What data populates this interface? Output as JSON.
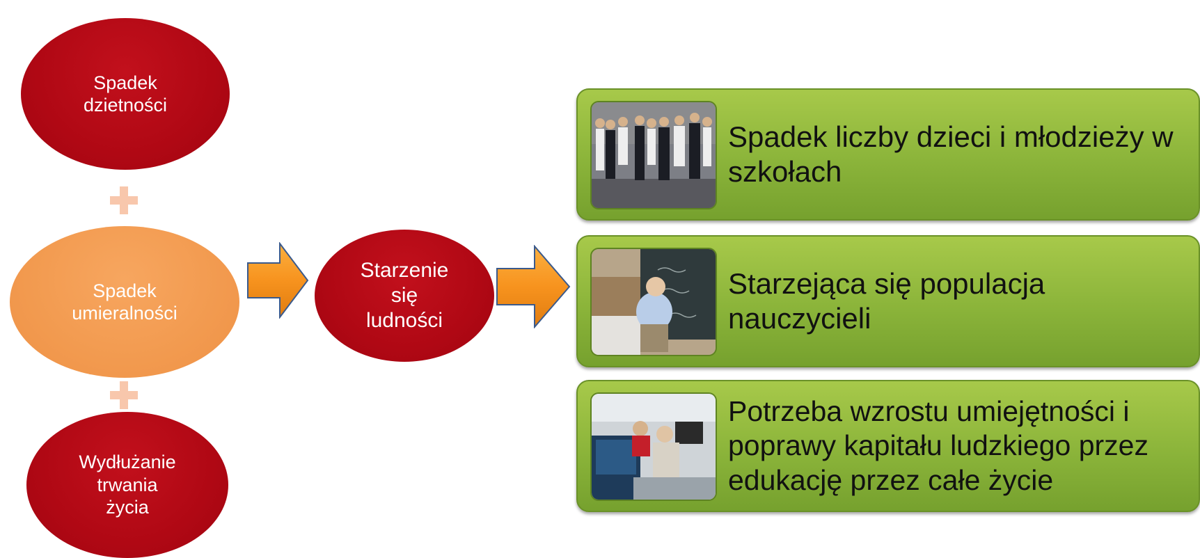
{
  "nodes": {
    "fertility_decline": "Spadek\ndzietności",
    "mortality_decline": "Spadek\numieralności",
    "life_extension": "Wydłużanie\ntrwania\nżycia",
    "population_aging": "Starzenie\nsię\nludności"
  },
  "effects": [
    {
      "text": "Spadek liczby dzieci i młodzieży w szkołach",
      "icon": "schoolchildren-photo"
    },
    {
      "text": "Starzejąca się populacja nauczycieli",
      "icon": "teacher-at-blackboard-photo"
    },
    {
      "text": "Potrzeba wzrostu umiejętności i poprawy kapitału ludzkiego przez edukację przez całe życie",
      "icon": "adult-learners-computers-photo"
    }
  ],
  "colors": {
    "red_node": "#b00814",
    "orange_node": "#f29a4f",
    "plus": "#f8c7ac",
    "arrow": "#f7931e",
    "card_green": "#8bb43a",
    "text_white": "#ffffff",
    "text_dark": "#111111"
  }
}
